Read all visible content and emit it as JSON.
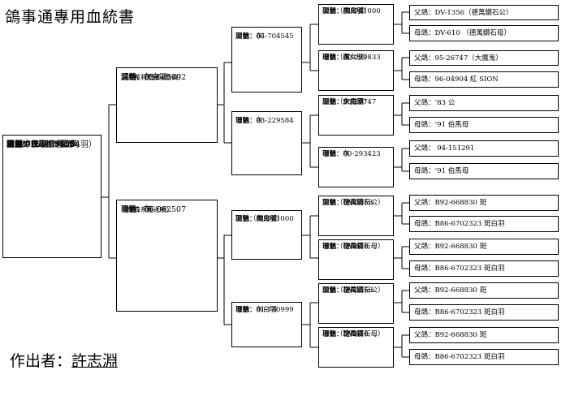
{
  "title": "鴿事通專用血統書",
  "author": {
    "label": "作出者：",
    "name": "許志淵"
  },
  "subject": {
    "lines": [
      "環號：07-469555",
      "性別：♂",
      "羽色：灰",
      "翔績：2007年夏季",
      "高雄中正聯合會南海",
      "五關綜合三位",
      "（12015羽，殘284羽）"
    ]
  },
  "gen1": {
    "sire": {
      "lines": [
        "父鴿",
        "環號：05-625692",
        "羽色：灰白羽",
        "（凡希利安那×詹森）"
      ]
    },
    "dam": {
      "lines": [
        "母鴿",
        "環號：06-062507",
        "羽色：灰",
        "（詹森系極近親）"
      ]
    }
  },
  "gen2": [
    {
      "lines": [
        "父鴿",
        "環號：04-704545",
        "羽色：灰"
      ]
    },
    {
      "lines": [
        "母鴿",
        "環號：03-229584",
        "羽色：灰"
      ]
    },
    {
      "lines": [
        "父鴿（魔鬼號）",
        "環號：01-781000",
        "羽色：灰白羽"
      ]
    },
    {
      "lines": [
        "母鴿",
        "環號：01-780999",
        "羽色：灰白羽"
      ]
    }
  ],
  "gen3": [
    {
      "lines": [
        "父鴿（魔鬼號）",
        "環號：01-781000",
        "羽色：灰白羽"
      ]
    },
    {
      "lines": [
        "母鴿（魔女號）",
        "環號：00-290833",
        "羽色：灰"
      ]
    },
    {
      "lines": [
        "父鴿（大魔鬼）",
        "環號：95-26747",
        "羽色：灰白羽"
      ]
    },
    {
      "lines": [
        "母鴿",
        "環號：00-293423",
        "羽色：灰"
      ]
    },
    {
      "lines": [
        "父鴿（德萬鑽石公）",
        "環號：DV-1356",
        "羽色：斑白羽"
      ]
    },
    {
      "lines": [
        "母鴿（德萬鑽石母）",
        "環號：DV-610",
        "羽色：斑白羽"
      ]
    },
    {
      "lines": [
        "父鴿（德萬鑽石公）",
        "環號：DV-1356",
        "羽色：斑白羽"
      ]
    },
    {
      "lines": [
        "母鴿（德萬鑽石母）",
        "環號：DV-610",
        "羽色：斑白羽"
      ]
    }
  ],
  "gen4": [
    "父鴿：DV-1356（德萬鑽石公）",
    "母鴿：DV-610 （德萬鑽石母）",
    "父鴿：95-26747（大魔鬼）",
    "母鴿：96-04904 紅 SION",
    "父鴿：‘83 公",
    "母鴿：‘91 伯馬母",
    "父鴿：  94-151291",
    "母鴿：‘91 伯馬母",
    "父鴿：B92-668830 斑",
    "母鴿：B86-6702323 斑白羽",
    "父鴿：B92-668830 斑",
    "母鴿：B86-6702323 斑白羽",
    "父鴿：B92-668830 斑",
    "母鴿：B86-6702323 斑白羽",
    "父鴿：B92-668830 斑",
    "母鴿：B86-6702323 斑白羽"
  ]
}
